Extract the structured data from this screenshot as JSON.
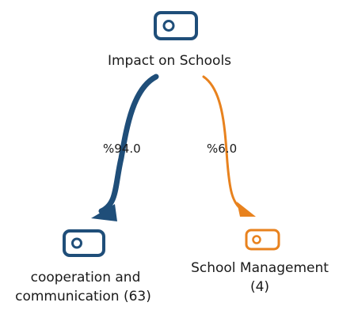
{
  "root": {
    "label": "Impact on Schools",
    "icon": "tag-icon",
    "color": "#1f4e79"
  },
  "branches": [
    {
      "percent": "%94.0",
      "label_line1": "cooperation and",
      "label_line2": "communication (63)",
      "icon": "tag-icon",
      "color": "#1f4e79"
    },
    {
      "percent": "%6.0",
      "label_line1": "School Management",
      "label_line2": "(4)",
      "icon": "tag-icon",
      "color": "#e8821e"
    }
  ]
}
